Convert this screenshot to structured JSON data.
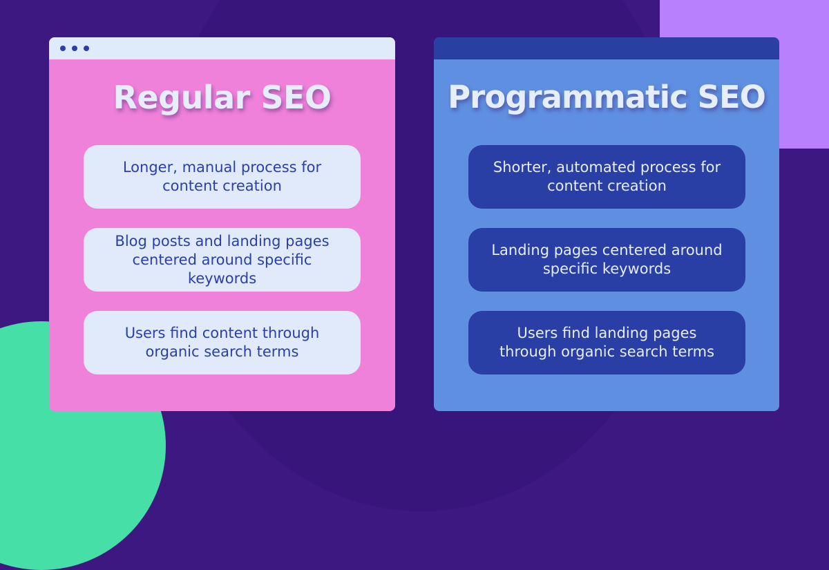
{
  "colors": {
    "background": "#3d1880",
    "blob_purple": "#b880fc",
    "blob_green": "#46dfa8",
    "left_card": "#f081da",
    "left_titlebar": "#dfeafb",
    "right_card": "#5f8fe0",
    "right_titlebar": "#2940a2",
    "dark_blue": "#2a3fa8",
    "light_text": "#e6eefc"
  },
  "left_card": {
    "title": "Regular SEO",
    "window_dots": 3,
    "items": [
      {
        "text": "Longer, manual process for content creation"
      },
      {
        "text": "Blog posts and landing pages centered around specific keywords"
      },
      {
        "text": "Users find content through organic search terms"
      }
    ]
  },
  "right_card": {
    "title": "Programmatic SEO",
    "items": [
      {
        "text": "Shorter, automated process for content creation"
      },
      {
        "text": "Landing pages centered around specific keywords"
      },
      {
        "text": "Users find landing pages through organic search terms"
      }
    ]
  }
}
